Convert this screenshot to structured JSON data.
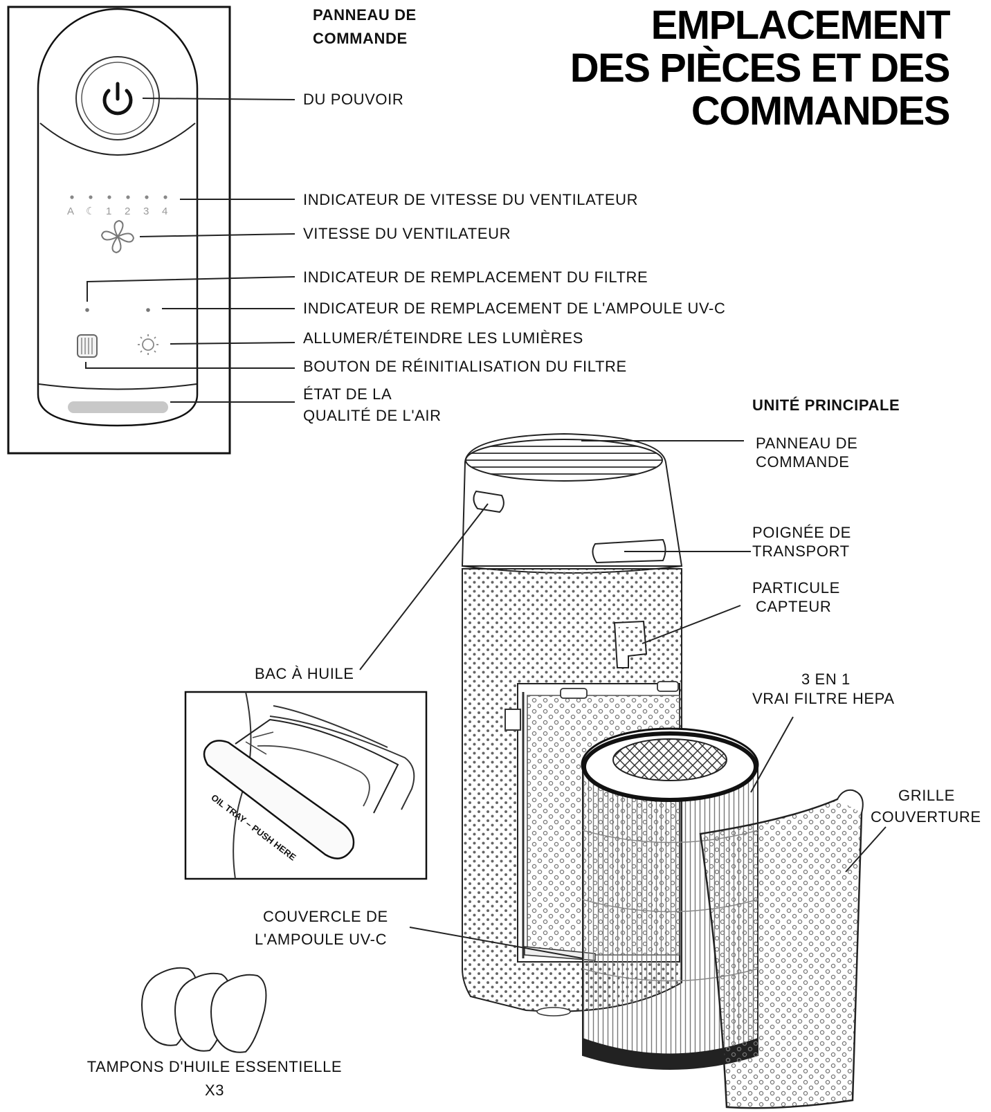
{
  "title": {
    "line1": "EMPLACEMENT",
    "line2": "DES PIÈCES ET DES",
    "line3": "COMMANDES"
  },
  "control_panel": {
    "heading_line1": "PANNEAU DE",
    "heading_line2": "COMMANDE",
    "speed_marks": [
      "A",
      "☾",
      "1",
      "2",
      "3",
      "4"
    ],
    "labels": {
      "power": "DU POUVOIR",
      "fan_speed_indicator": "INDICATEUR DE VITESSE DU VENTILATEUR",
      "fan_speed": "VITESSE DU VENTILATEUR",
      "filter_indicator": "INDICATEUR DE REMPLACEMENT DU FILTRE",
      "uv_indicator": "INDICATEUR DE REMPLACEMENT DE L'AMPOULE UV-C",
      "lights": "ALLUMER/ÉTEINDRE LES LUMIÈRES",
      "filter_reset": "BOUTON DE RÉINITIALISATION DU FILTRE",
      "air_quality_line1": "ÉTAT DE LA",
      "air_quality_line2": "QUALITÉ DE L'AIR"
    }
  },
  "main_unit": {
    "heading": "UNITÉ PRINCIPALE",
    "labels": {
      "panel_line1": "PANNEAU DE",
      "panel_line2": "COMMANDE",
      "handle_line1": "POIGNÉE DE",
      "handle_line2": "TRANSPORT",
      "sensor_line1": "PARTICULE",
      "sensor_line2": "CAPTEUR",
      "filter_line1": "3 EN 1",
      "filter_line2": "VRAI FILTRE HEPA",
      "grille_line1": "GRILLE",
      "grille_line2": "COUVERTURE",
      "oil_tray": "BAC À HUILE",
      "uv_cover_line1": "COUVERCLE DE",
      "uv_cover_line2": "L'AMPOULE UV-C"
    }
  },
  "oil_tray_detail": {
    "engraving": "OIL TRAY – PUSH HERE"
  },
  "oil_pads": {
    "line1": "TAMPONS D'HUILE ESSENTIELLE",
    "line2": "X3"
  }
}
